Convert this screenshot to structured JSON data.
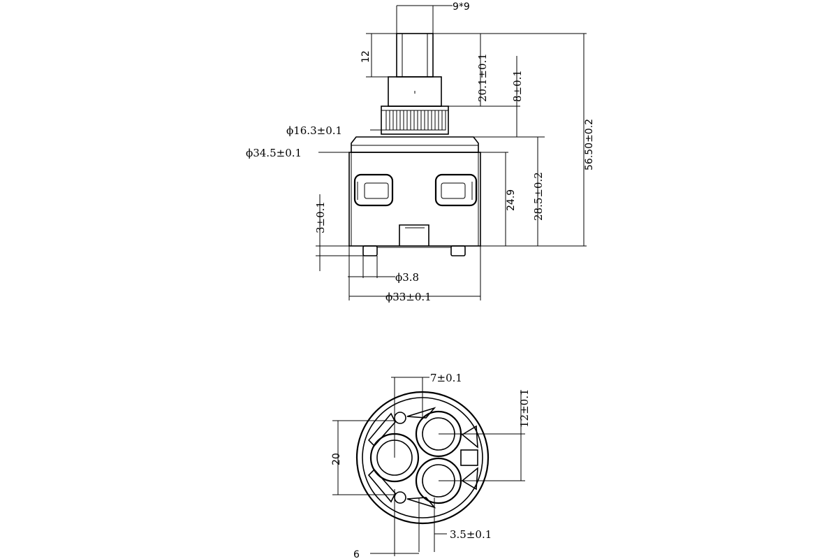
{
  "drawing": {
    "side_view": {
      "dims": {
        "square_drive": "9*9",
        "stem_length": "12",
        "stem_height": "20.1±0.1",
        "collar_height": "8±0.1",
        "collar_diameter": "ϕ16.3±0.1",
        "rim_diameter": "ϕ34.5±0.1",
        "body_height": "24.9",
        "total_body_height": "28.5±0.2",
        "overall_height": "56.50±0.2",
        "pin_height": "3±0.1",
        "pin_diameter": "ϕ3.8",
        "body_diameter": "ϕ33±0.1"
      }
    },
    "bottom_view": {
      "dims": {
        "top_offset": "7±0.1",
        "port_spacing_v": "12±0.1",
        "port_spacing_h": "20",
        "rib_width": "3.5±0.1",
        "bottom_offset": "6"
      }
    }
  }
}
